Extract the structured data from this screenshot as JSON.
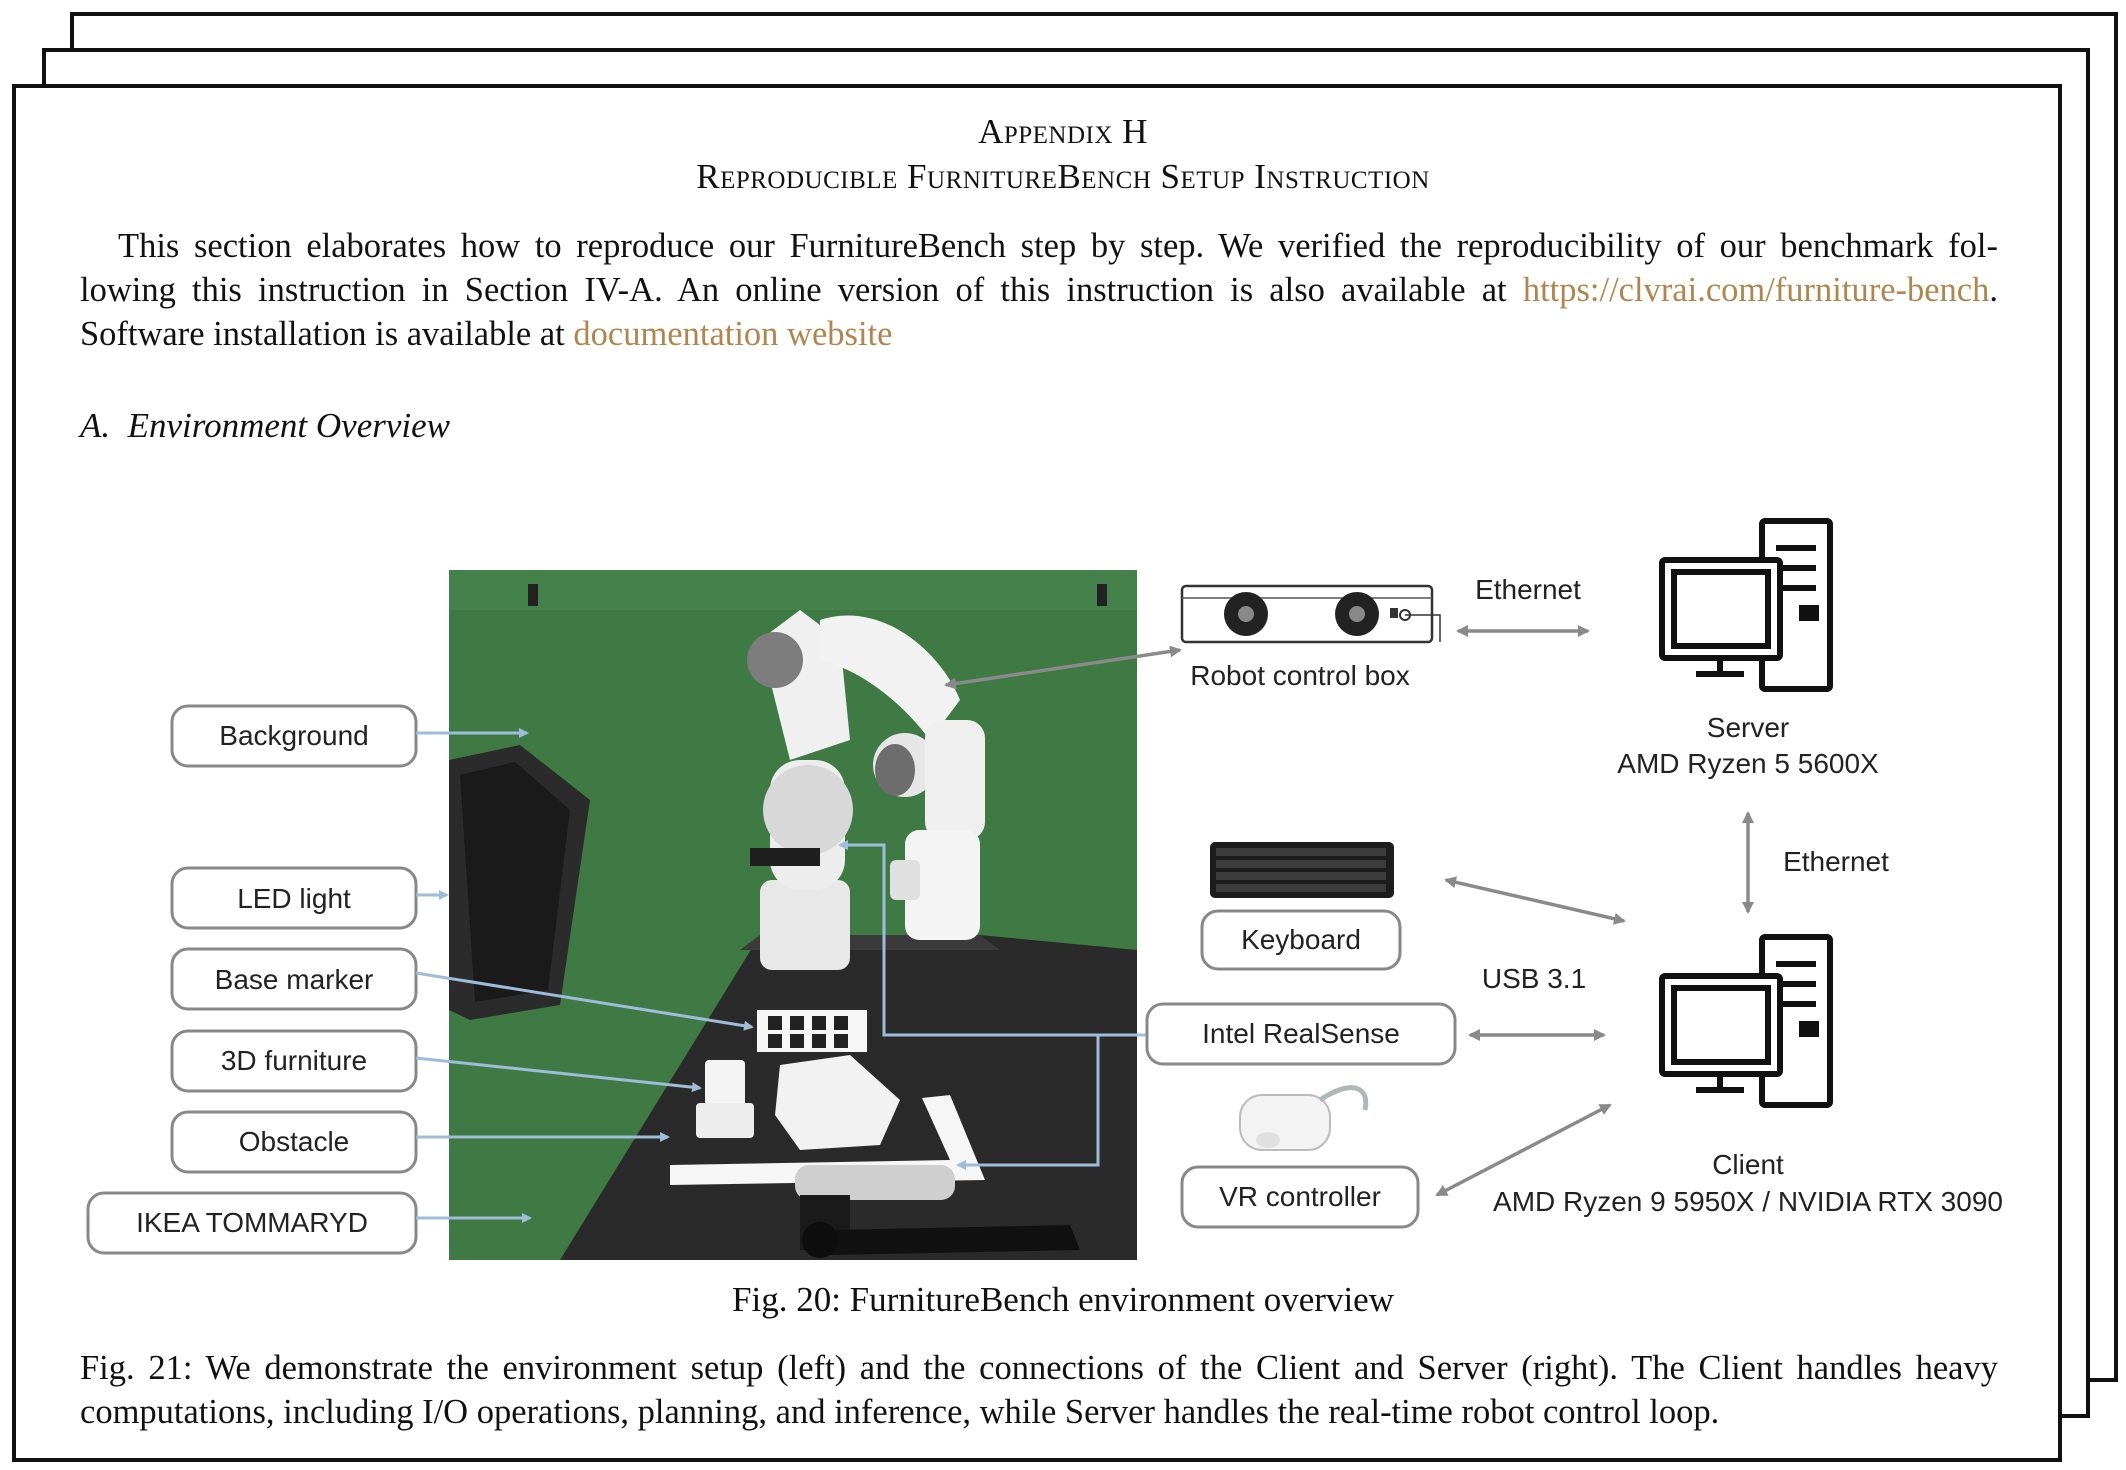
{
  "appendix": {
    "label": "Appendix H",
    "title": "Reproducible FurnitureBench Setup Instruction"
  },
  "intro": {
    "line1": "This section elaborates how to reproduce our FurnitureBench step by step. We verified the reproducibility of our benchmark fol-",
    "line2_pre": "lowing this instruction in Section IV-A. An online version of this instruction is also available at ",
    "url_text": "https://clvrai.com/furniture-bench",
    "line2_post": ".",
    "line3_pre": "Software installation is available at ",
    "doc_link_text": "documentation website"
  },
  "section": {
    "number": "A.",
    "title": "Environment Overview"
  },
  "figure": {
    "labels": {
      "background": "Background",
      "led_light": "LED light",
      "base_marker": "Base marker",
      "furniture": "3D furniture",
      "obstacle": "Obstacle",
      "ikea": "IKEA TOMMARYD",
      "robot_control_box": "Robot control box",
      "ethernet_top": "Ethernet",
      "ethernet_side": "Ethernet",
      "server_name": "Server",
      "server_cpu": "AMD Ryzen 5 5600X",
      "keyboard": "Keyboard",
      "usb": "USB 3.1",
      "realsense": "Intel RealSense",
      "vr_controller": "VR controller",
      "client_name": "Client",
      "client_spec": "AMD Ryzen 9 5950X / NVIDIA RTX 3090"
    },
    "colors": {
      "green_screen": "#3f7a45",
      "arrow_blue": "#9fbcd9",
      "arrow_gray": "#8a8a8a",
      "link": "#b08650"
    }
  },
  "captions": {
    "fig20": "Fig. 20: FurnitureBench environment overview",
    "fig21": "Fig. 21: We demonstrate the environment setup (left) and the connections of the Client and Server (right). The Client handles heavy computations, including I/O operations, planning, and inference, while Server handles the real-time robot control loop."
  }
}
